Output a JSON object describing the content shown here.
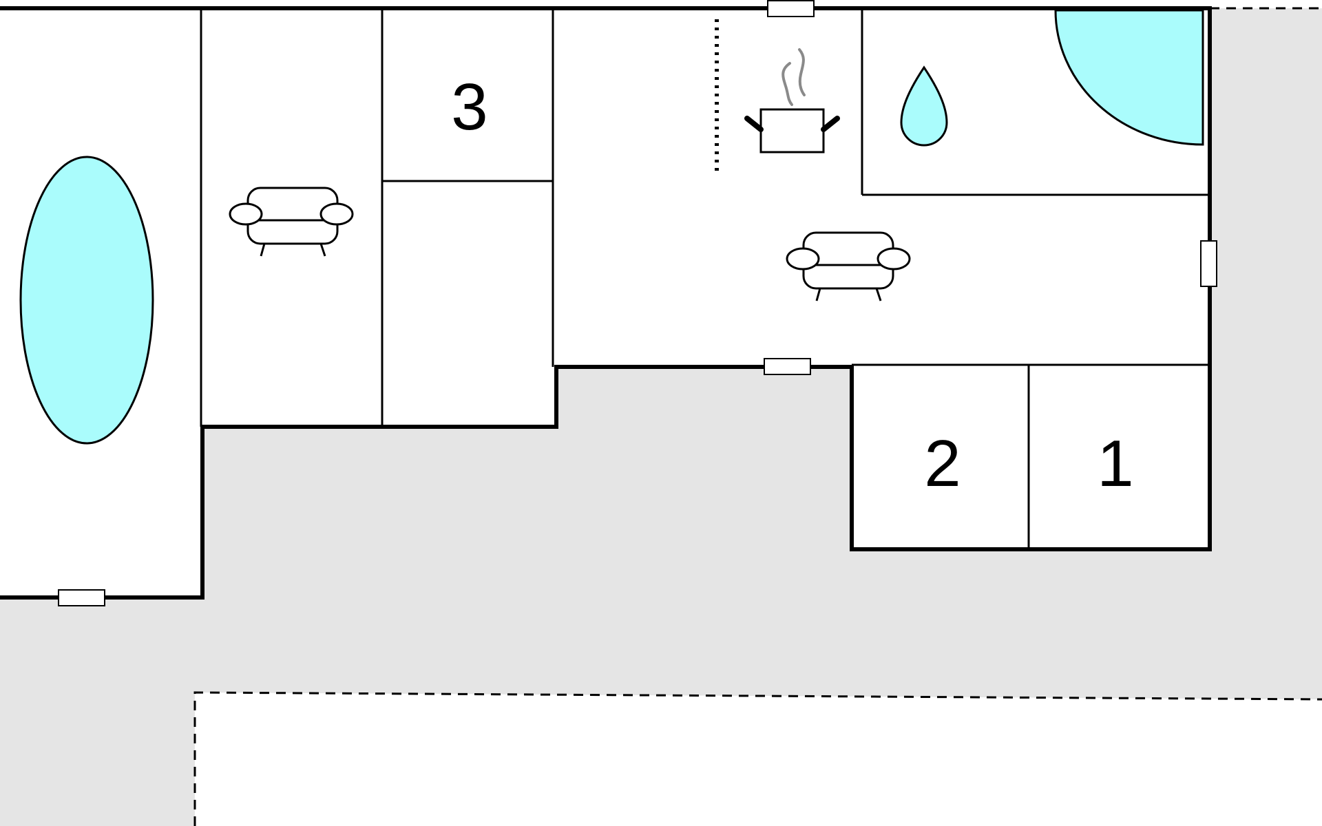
{
  "rooms": {
    "room_1_label": "1",
    "room_2_label": "2",
    "room_3_label": "3"
  },
  "colors": {
    "background": "#ffffff",
    "outdoor_area": "#e5e5e5",
    "water": "#aafcfc",
    "steam": "#8a8a8a",
    "line": "#000000"
  },
  "icons": [
    "pool-icon",
    "sofa-icon",
    "cooking-pot-icon",
    "water-drop-icon",
    "shower-icon",
    "window-icon"
  ]
}
